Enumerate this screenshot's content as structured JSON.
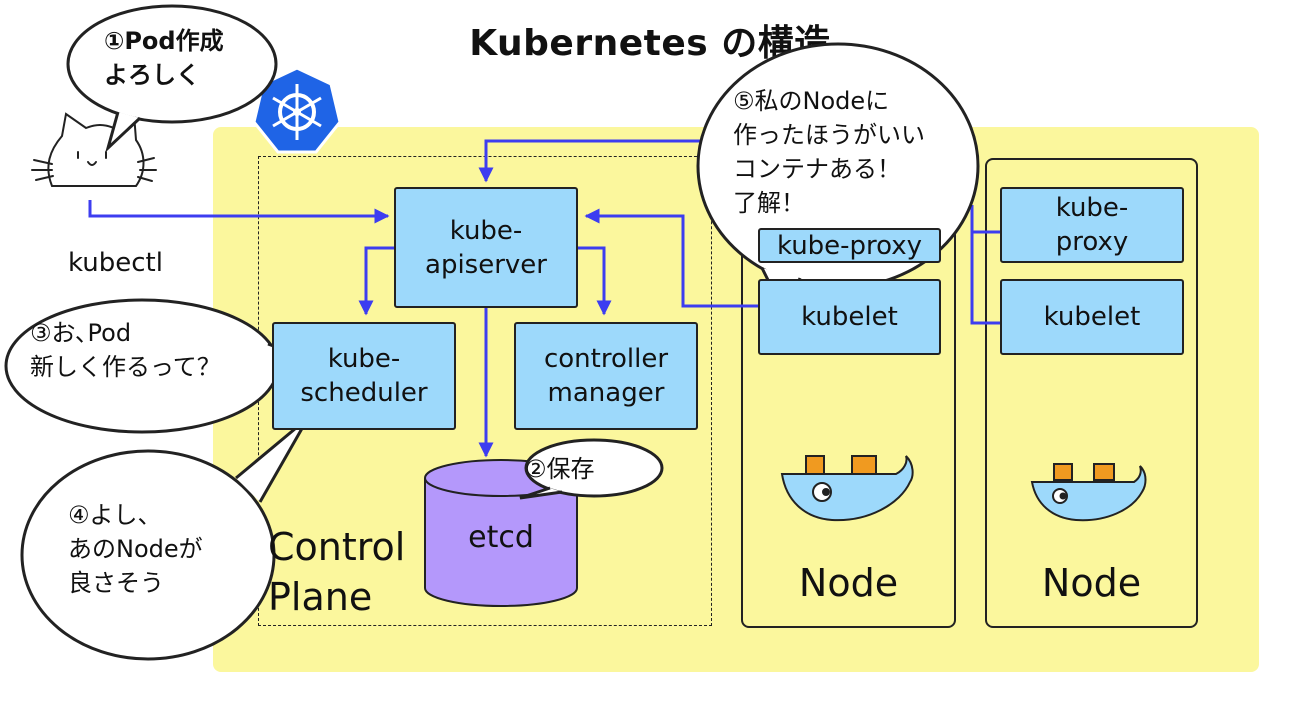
{
  "title": "Kubernetes の構造",
  "colors": {
    "background_area": "#fbf79d",
    "component_fill": "#9dd9fb",
    "etcd_fill": "#b498fb",
    "arrow": "#3d3df0",
    "k8s_logo": "#1f64e6",
    "whale_body": "#9dd9fb",
    "whale_containers": "#f09a20"
  },
  "user": {
    "cli_label": "kubectl"
  },
  "control_plane": {
    "label": "Control\nPlane",
    "apiserver": "kube-\napiserver",
    "scheduler": "kube-\nscheduler",
    "controller_manager": "controller\nmanager",
    "etcd": "etcd"
  },
  "nodes": [
    {
      "label": "Node",
      "kube_proxy": "kube-proxy",
      "kubelet": "kubelet"
    },
    {
      "label": "Node",
      "kube_proxy": "kube-\nproxy",
      "kubelet": "kubelet"
    }
  ],
  "bubbles": {
    "step1": "①Pod作成\nよろしく",
    "step2": "②保存",
    "step3": "③お､Pod\n新しく作るって？",
    "step4": "④よし、\nあのNodeが\n良さそう",
    "step5": "⑤私のNodeに\n作ったほうがいい\nコンテナある！\n了解！"
  },
  "icons": {
    "logo": "kubernetes-helm-icon",
    "user": "cat-face-icon",
    "runtime": "docker-whale-icon"
  }
}
